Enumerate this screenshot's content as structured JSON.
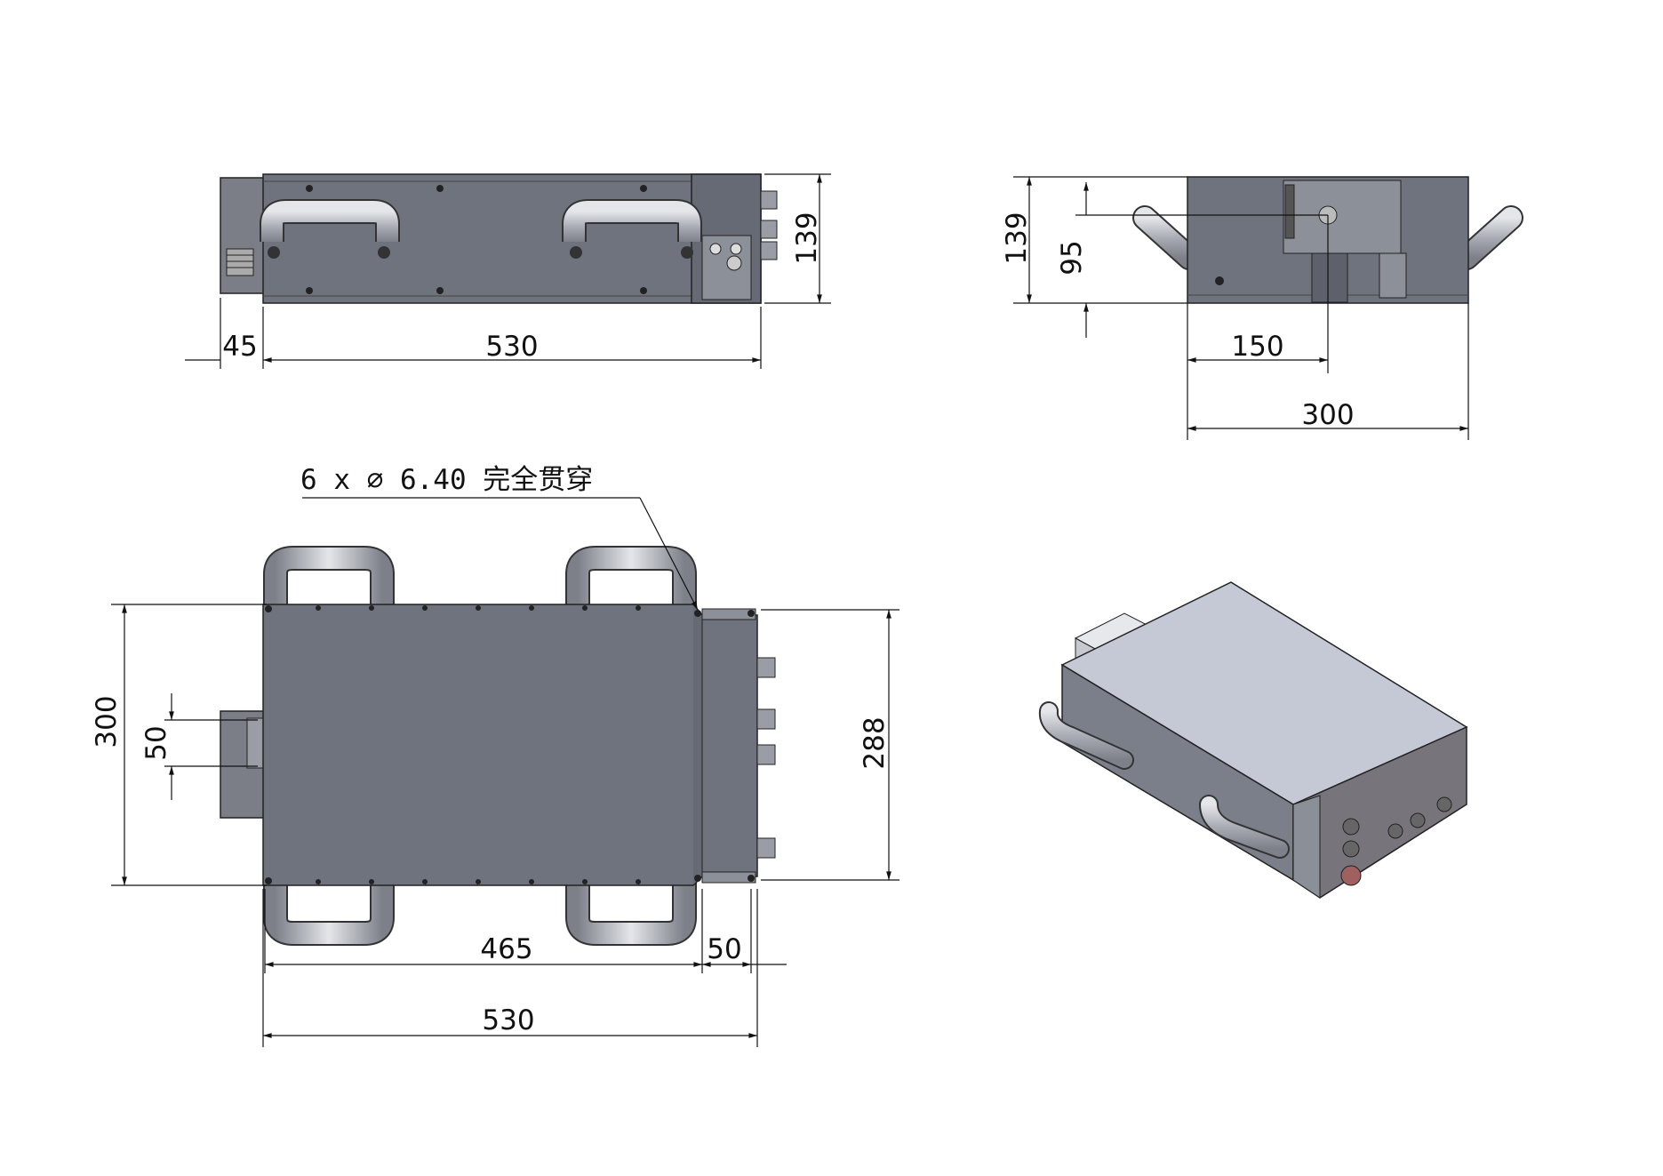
{
  "front_view": {
    "dim_left": "45",
    "dim_width": "530",
    "dim_height": "139"
  },
  "side_view": {
    "dim_height": "139",
    "dim_center_height": "95",
    "dim_center_x": "150",
    "dim_width": "300"
  },
  "top_view": {
    "hole_note": "6 x ∅ 6.40 完全贯穿",
    "dim_total_height": "300",
    "dim_box_height": "50",
    "dim_plate_height": "288",
    "dim_hole_spacing": "465",
    "dim_right_offset": "50",
    "dim_total_width": "530"
  },
  "colors": {
    "body": "#6f737d",
    "body_dark": "#5d616b",
    "handle": "#b9bcc4",
    "iso_top": "#c5c9d6",
    "iso_front": "#77747c"
  }
}
